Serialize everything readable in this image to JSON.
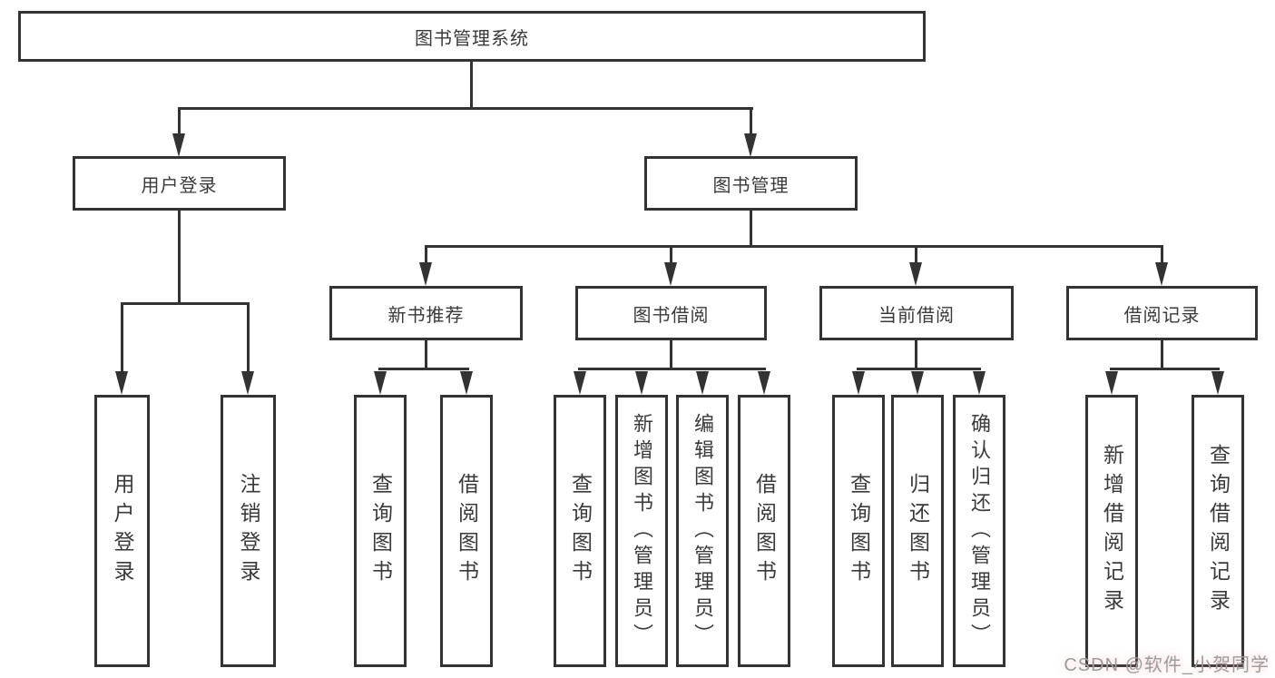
{
  "tree": {
    "label": "图书管理系统",
    "children": [
      {
        "label": "用户登录",
        "children": [
          {
            "label": "用户登录"
          },
          {
            "label": "注销登录"
          }
        ]
      },
      {
        "label": "图书管理",
        "children": [
          {
            "label": "新书推荐",
            "children": [
              {
                "label": "查询图书"
              },
              {
                "label": "借阅图书"
              }
            ]
          },
          {
            "label": "图书借阅",
            "children": [
              {
                "label": "查询图书"
              },
              {
                "label": "新增图书（管理员）"
              },
              {
                "label": "编辑图书（管理员）"
              },
              {
                "label": "借阅图书"
              }
            ]
          },
          {
            "label": "当前借阅",
            "children": [
              {
                "label": "查询图书"
              },
              {
                "label": "归还图书"
              },
              {
                "label": "确认归还（管理员）"
              }
            ]
          },
          {
            "label": "借阅记录",
            "children": [
              {
                "label": "新增借阅记录"
              },
              {
                "label": "查询借阅记录"
              }
            ]
          }
        ]
      }
    ]
  },
  "watermark": {
    "text": "CSDN @软件_小贺同学"
  },
  "colors": {
    "line": "#333333",
    "text": "#3a3a3a",
    "box_bg": "#ffffff",
    "watermark": "#9c9c9c"
  }
}
